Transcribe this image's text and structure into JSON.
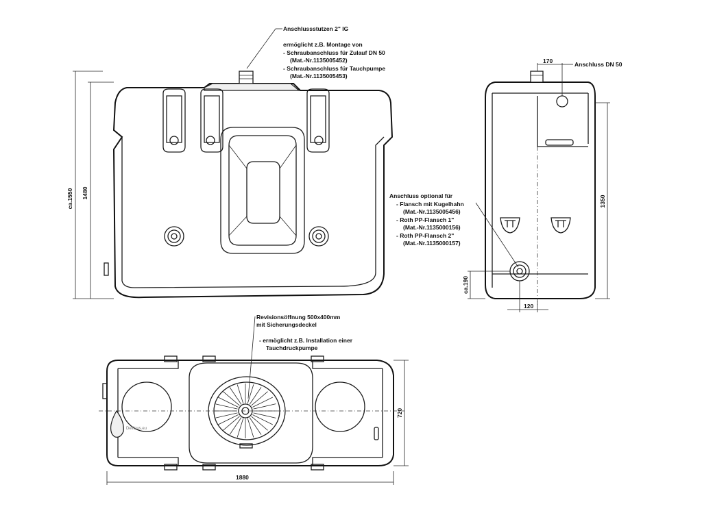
{
  "front_view": {
    "outlet_note": "Anschlussstutzen 2\" IG",
    "mount_note_title": "ermöglicht z.B. Montage von",
    "mount_line_1": "- Schraubanschluss für Zulauf DN 50",
    "mount_line_2": "(Mat.-Nr.1135005452)",
    "mount_line_3": "- Schraubanschluss für Tauchpumpe",
    "mount_line_4": "(Mat.-Nr.1135005453)",
    "dim_total_height": "ca.1550",
    "dim_body_height": "1480"
  },
  "side_view": {
    "dn50_note": "Anschluss DN 50",
    "dim_top_offset": "170",
    "dim_height": "1350",
    "dim_bottom": "ca.190",
    "dim_flange_offset": "120",
    "optional_title": "Anschluss optional für",
    "optional_line_1": "- Flansch mit Kugelhahn",
    "optional_line_2": "(Mat.-Nr.1135005456)",
    "optional_line_3": "- Roth PP-Flansch 1\"",
    "optional_line_4": "(Mat.-Nr.1135000156)",
    "optional_line_5": "- Roth PP-Flansch 2\"",
    "optional_line_6": "(Mat.-Nr.1135000157)"
  },
  "top_view": {
    "inspection_title": "Revisionsöffnung 500x400mm",
    "inspection_sub": "mit Sicherungsdeckel",
    "install_line_1": "- ermöglicht z.B. Installation einer",
    "install_line_2": "Tauchdruckpumpe",
    "dim_width": "720",
    "dim_length": "1880"
  },
  "watermark": "Delfinus.eu"
}
